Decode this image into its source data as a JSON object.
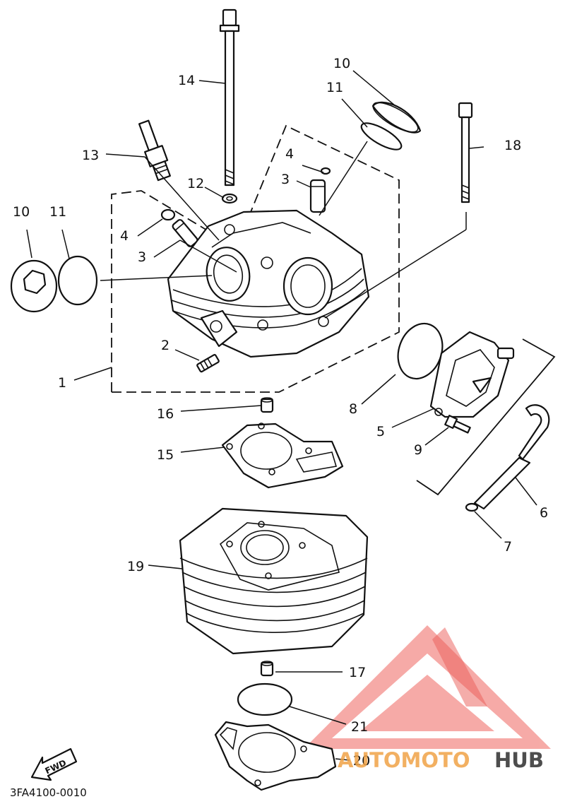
{
  "diagram": {
    "code": "3FA4100-0010",
    "fwd_label": "FWD",
    "callouts": [
      "1",
      "2",
      "3",
      "3",
      "4",
      "4",
      "5",
      "6",
      "7",
      "8",
      "9",
      "10",
      "10",
      "11",
      "11",
      "12",
      "13",
      "14",
      "15",
      "16",
      "17",
      "18",
      "19",
      "20",
      "21"
    ]
  },
  "watermark": {
    "part1": "AUTOMOTO",
    "part2": "HUB",
    "accent_color": "#e8403a",
    "accent_light": "#f59c98",
    "secondary_color": "#2e2e2e",
    "text_color_1": "#f0a347"
  }
}
